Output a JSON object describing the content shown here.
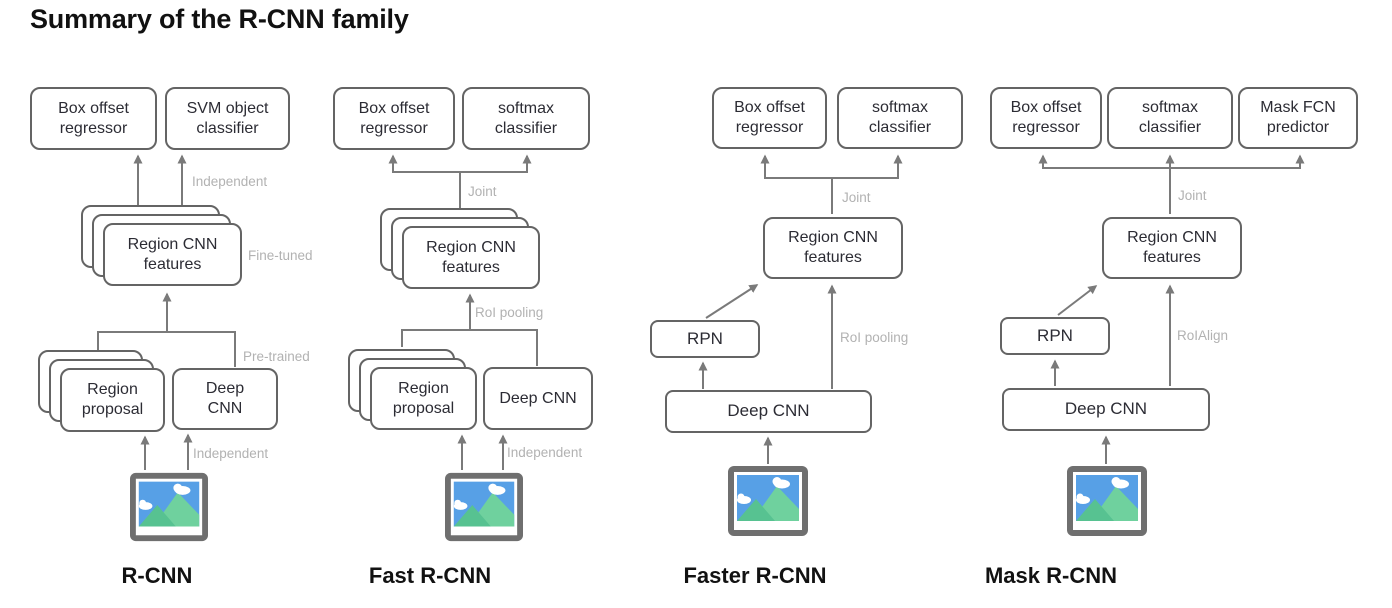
{
  "title": "Summary of the R-CNN family",
  "colors": {
    "box_border": "#646464",
    "box_text": "#2c2c34",
    "connector": "#7a7a7a",
    "annotation": "#b2b2b2",
    "caption_text": "#121212",
    "thumb_frame": "#6f6f6f",
    "thumb_sky": "#57a0e6",
    "thumb_mountain_big": "#6fd19e",
    "thumb_mountain_small": "#57c291"
  },
  "columns": [
    {
      "caption": "R-CNN",
      "top_boxes": [
        "Box offset regressor",
        "SVM object classifier"
      ],
      "features_box": "Region CNN features",
      "proposal_box": "Region proposal",
      "backbone_box": "Deep CNN",
      "labels": {
        "outputs": "Independent",
        "features": "Fine-tuned",
        "pretrain": "Pre-trained",
        "input": "Independent"
      }
    },
    {
      "caption": "Fast R-CNN",
      "top_boxes": [
        "Box offset regressor",
        "softmax classifier"
      ],
      "features_box": "Region CNN features",
      "proposal_box": "Region proposal",
      "backbone_box": "Deep CNN",
      "labels": {
        "outputs": "Joint",
        "pooling": "RoI pooling",
        "input": "Independent"
      }
    },
    {
      "caption": "Faster R-CNN",
      "top_boxes": [
        "Box offset regressor",
        "softmax classifier"
      ],
      "features_box": "Region CNN features",
      "rpn_box": "RPN",
      "backbone_box": "Deep CNN",
      "labels": {
        "outputs": "Joint",
        "pooling": "RoI pooling"
      }
    },
    {
      "caption": "Mask R-CNN",
      "top_boxes": [
        "Box offset regressor",
        "softmax classifier",
        "Mask FCN predictor"
      ],
      "features_box": "Region CNN features",
      "rpn_box": "RPN",
      "backbone_box": "Deep CNN",
      "labels": {
        "outputs": "Joint",
        "pooling": "RoIAlign"
      }
    }
  ]
}
